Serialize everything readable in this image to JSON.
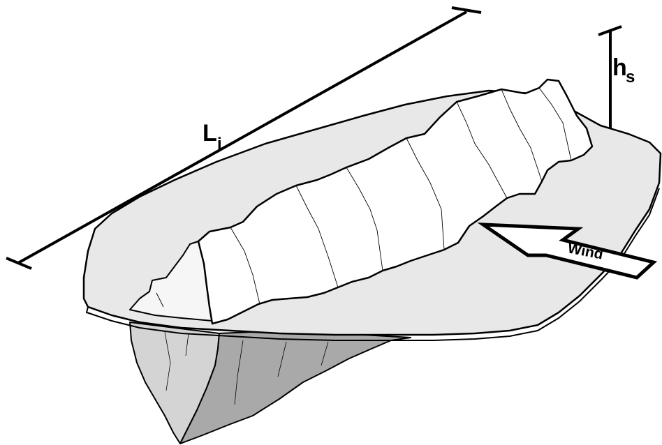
{
  "diagram": {
    "length_label": "L",
    "length_subscript": "i",
    "height_label": "h",
    "height_subscript": "s",
    "wind_label": "Wind"
  },
  "colors": {
    "floe_top": "#e8e8e8",
    "ridge": "#ffffff",
    "keel_light": "#d4d4d4",
    "keel_dark": "#a9a9a9",
    "outline": "#000000"
  }
}
